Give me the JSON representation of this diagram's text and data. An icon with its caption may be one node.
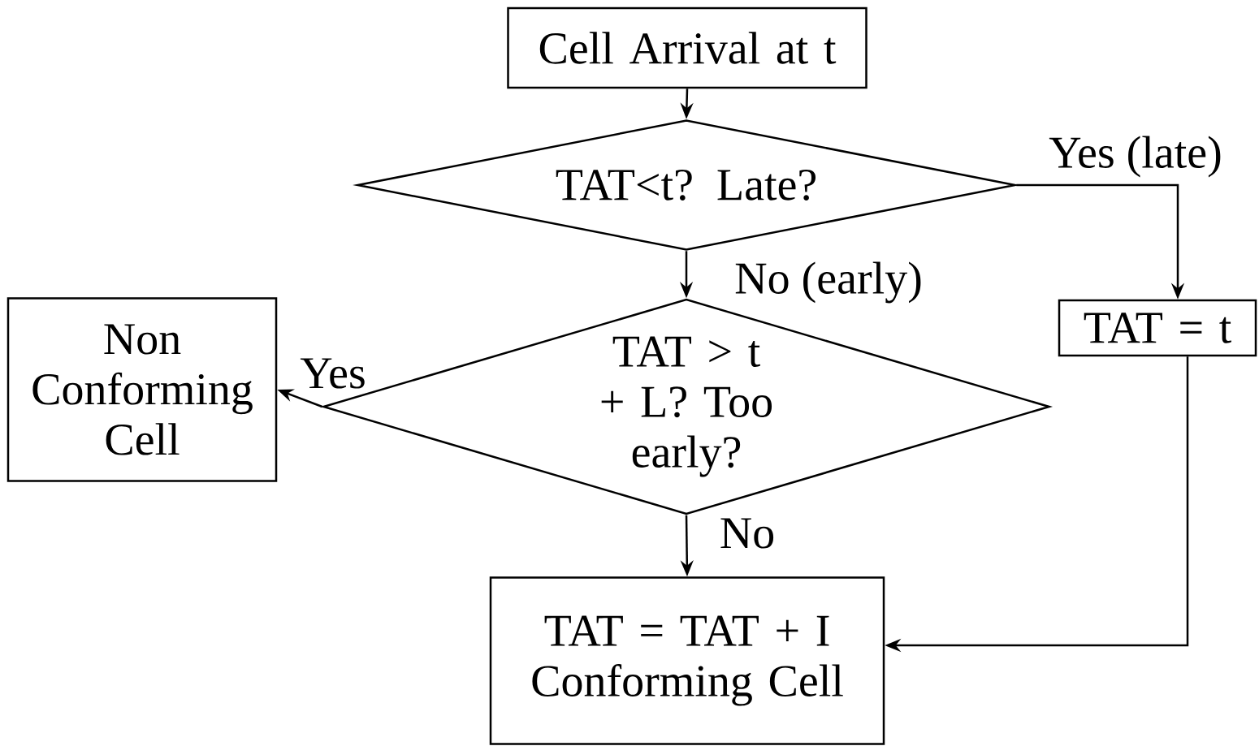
{
  "diagram": {
    "nodes": [
      {
        "text": [
          "Cell Arrival at t"
        ]
      },
      {
        "text": [
          "TAT<t? Late?"
        ]
      },
      {
        "text": [
          "TAT > t + L? Too early?"
        ]
      },
      {
        "text": [
          "Non Conforming Cell"
        ]
      },
      {
        "text": [
          "TAT = t"
        ]
      },
      {
        "text": [
          "TAT = TAT + I",
          "Conforming Cell"
        ]
      }
    ],
    "edges": [
      {
        "from": 0,
        "to": 1,
        "arrow": "to"
      },
      {
        "from": 1,
        "to": 2,
        "arrow": "to",
        "label": "No (early)"
      },
      {
        "from": 1,
        "to": 4,
        "arrow": "to",
        "label": "Yes (late)"
      },
      {
        "from": 2,
        "to": 3,
        "arrow": "to",
        "label": "Yes"
      },
      {
        "from": 2,
        "to": 5,
        "arrow": "to",
        "label": "No"
      },
      {
        "from": 4,
        "to": 5,
        "arrow": "to"
      }
    ]
  }
}
